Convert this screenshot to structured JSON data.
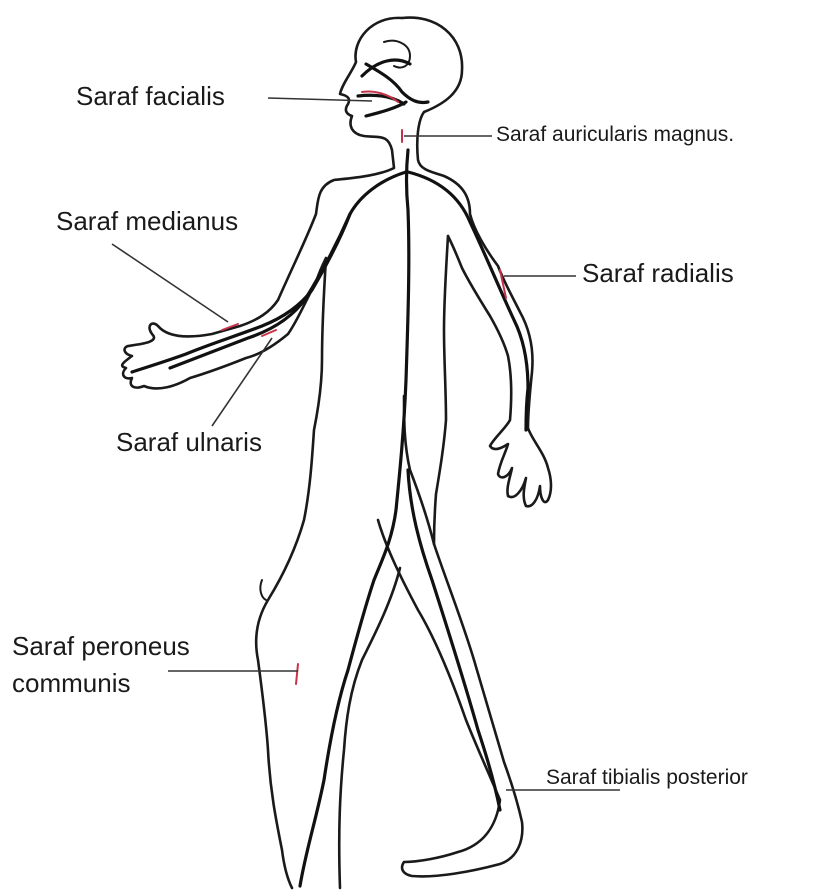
{
  "labels": {
    "facialis": "Saraf facialis",
    "auricularis": "Saraf auricularis magnus.",
    "medianus": "Saraf medianus",
    "radialis": "Saraf radialis",
    "ulnaris": "Saraf ulnaris",
    "peroneus_line1": "Saraf peroneus",
    "peroneus_line2": "communis",
    "tibialis": "Saraf tibialis posterior"
  },
  "colors": {
    "outline": "#1a1a1a",
    "nerve": "#111111",
    "nerve_highlight": "#c8324a",
    "leader": "#333333"
  }
}
